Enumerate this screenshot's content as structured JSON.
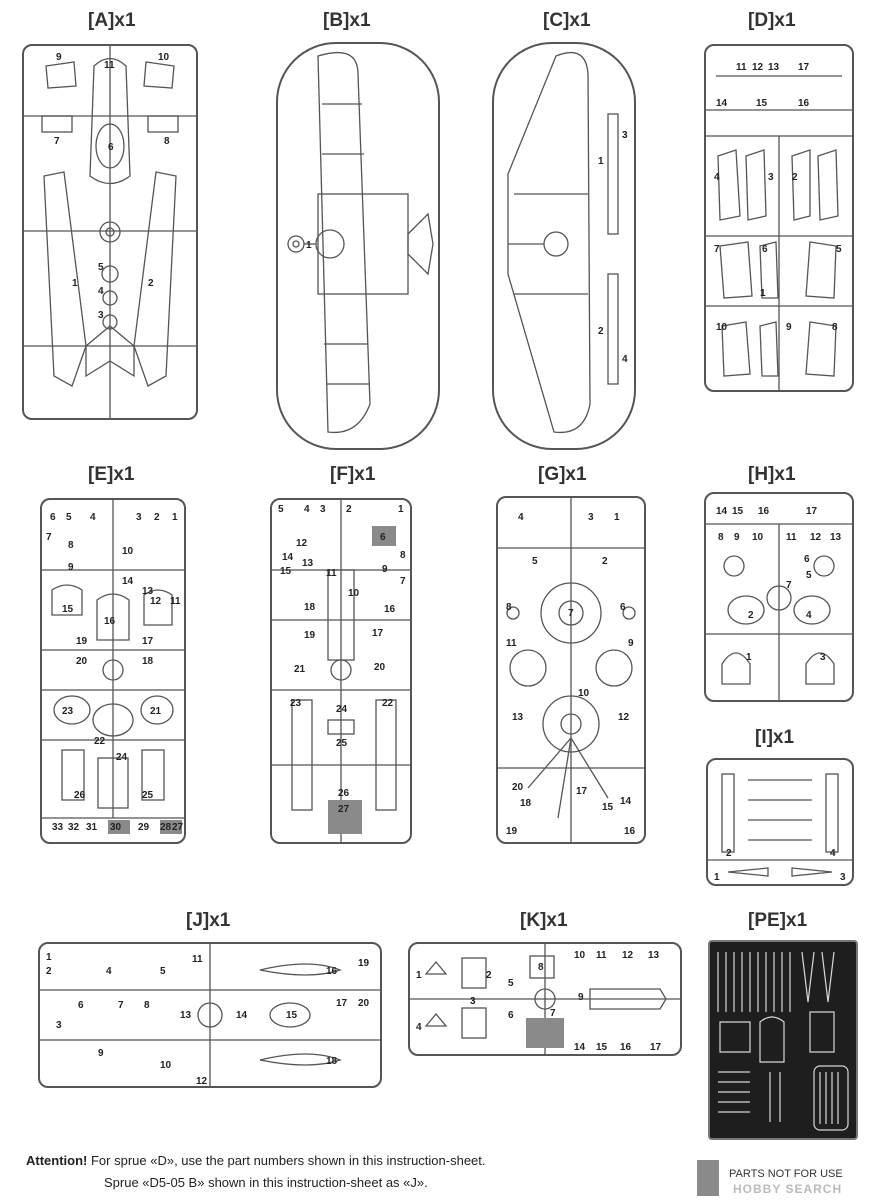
{
  "sprues": {
    "A": {
      "title": "[A]x1",
      "parts": [
        "1",
        "2",
        "3",
        "4",
        "5",
        "6",
        "7",
        "8",
        "9",
        "10",
        "11"
      ]
    },
    "B": {
      "title": "[B]x1",
      "parts": [
        "1"
      ]
    },
    "C": {
      "title": "[C]x1",
      "parts": [
        "1",
        "2",
        "3",
        "4"
      ]
    },
    "D": {
      "title": "[D]x1",
      "parts": [
        "1",
        "2",
        "3",
        "4",
        "5",
        "6",
        "7",
        "8",
        "9",
        "10",
        "11",
        "12",
        "13",
        "14",
        "15",
        "16",
        "17"
      ]
    },
    "E": {
      "title": "[E]x1",
      "parts": [
        "1",
        "2",
        "3",
        "4",
        "5",
        "6",
        "7",
        "8",
        "9",
        "10",
        "11",
        "12",
        "13",
        "14",
        "15",
        "16",
        "17",
        "18",
        "19",
        "20",
        "21",
        "22",
        "23",
        "24",
        "25",
        "26",
        "27",
        "28",
        "29",
        "30",
        "31",
        "32",
        "33"
      ]
    },
    "F": {
      "title": "[F]x1",
      "parts": [
        "1",
        "2",
        "3",
        "4",
        "5",
        "6",
        "7",
        "8",
        "9",
        "10",
        "11",
        "12",
        "13",
        "14",
        "15",
        "16",
        "17",
        "18",
        "19",
        "20",
        "21",
        "22",
        "23",
        "24",
        "25",
        "26",
        "27"
      ]
    },
    "G": {
      "title": "[G]x1",
      "parts": [
        "1",
        "2",
        "3",
        "4",
        "5",
        "6",
        "7",
        "8",
        "9",
        "10",
        "11",
        "12",
        "13",
        "14",
        "15",
        "16",
        "17",
        "18",
        "19",
        "20"
      ]
    },
    "H": {
      "title": "[H]x1",
      "parts": [
        "1",
        "2",
        "3",
        "4",
        "5",
        "6",
        "7",
        "8",
        "9",
        "10",
        "11",
        "12",
        "13",
        "14",
        "15",
        "16",
        "17"
      ]
    },
    "I": {
      "title": "[I]x1",
      "parts": [
        "1",
        "2",
        "3",
        "4"
      ]
    },
    "J": {
      "title": "[J]x1",
      "parts": [
        "1",
        "2",
        "3",
        "4",
        "5",
        "6",
        "7",
        "8",
        "9",
        "10",
        "11",
        "12",
        "13",
        "14",
        "15",
        "16",
        "17",
        "18",
        "19",
        "20"
      ]
    },
    "K": {
      "title": "[K]x1",
      "parts": [
        "1",
        "2",
        "3",
        "4",
        "5",
        "6",
        "7",
        "8",
        "9",
        "10",
        "11",
        "12",
        "13",
        "14",
        "15",
        "16",
        "17"
      ]
    },
    "PE": {
      "title": "[PE]x1"
    }
  },
  "footer": {
    "attention_label": "Attention!",
    "line1_rest": " For sprue «D», use the part numbers shown in this instruction-sheet.",
    "line2": "Sprue «D5-05 B» shown in this instruction-sheet as «J»."
  },
  "stamp": {
    "text": "PARTS NOT FOR USE",
    "watermark": "HOBBY SEARCH"
  },
  "colors": {
    "line": "#555555",
    "shade": "#8a8a8a",
    "pe_bg": "#1e1e1e"
  }
}
